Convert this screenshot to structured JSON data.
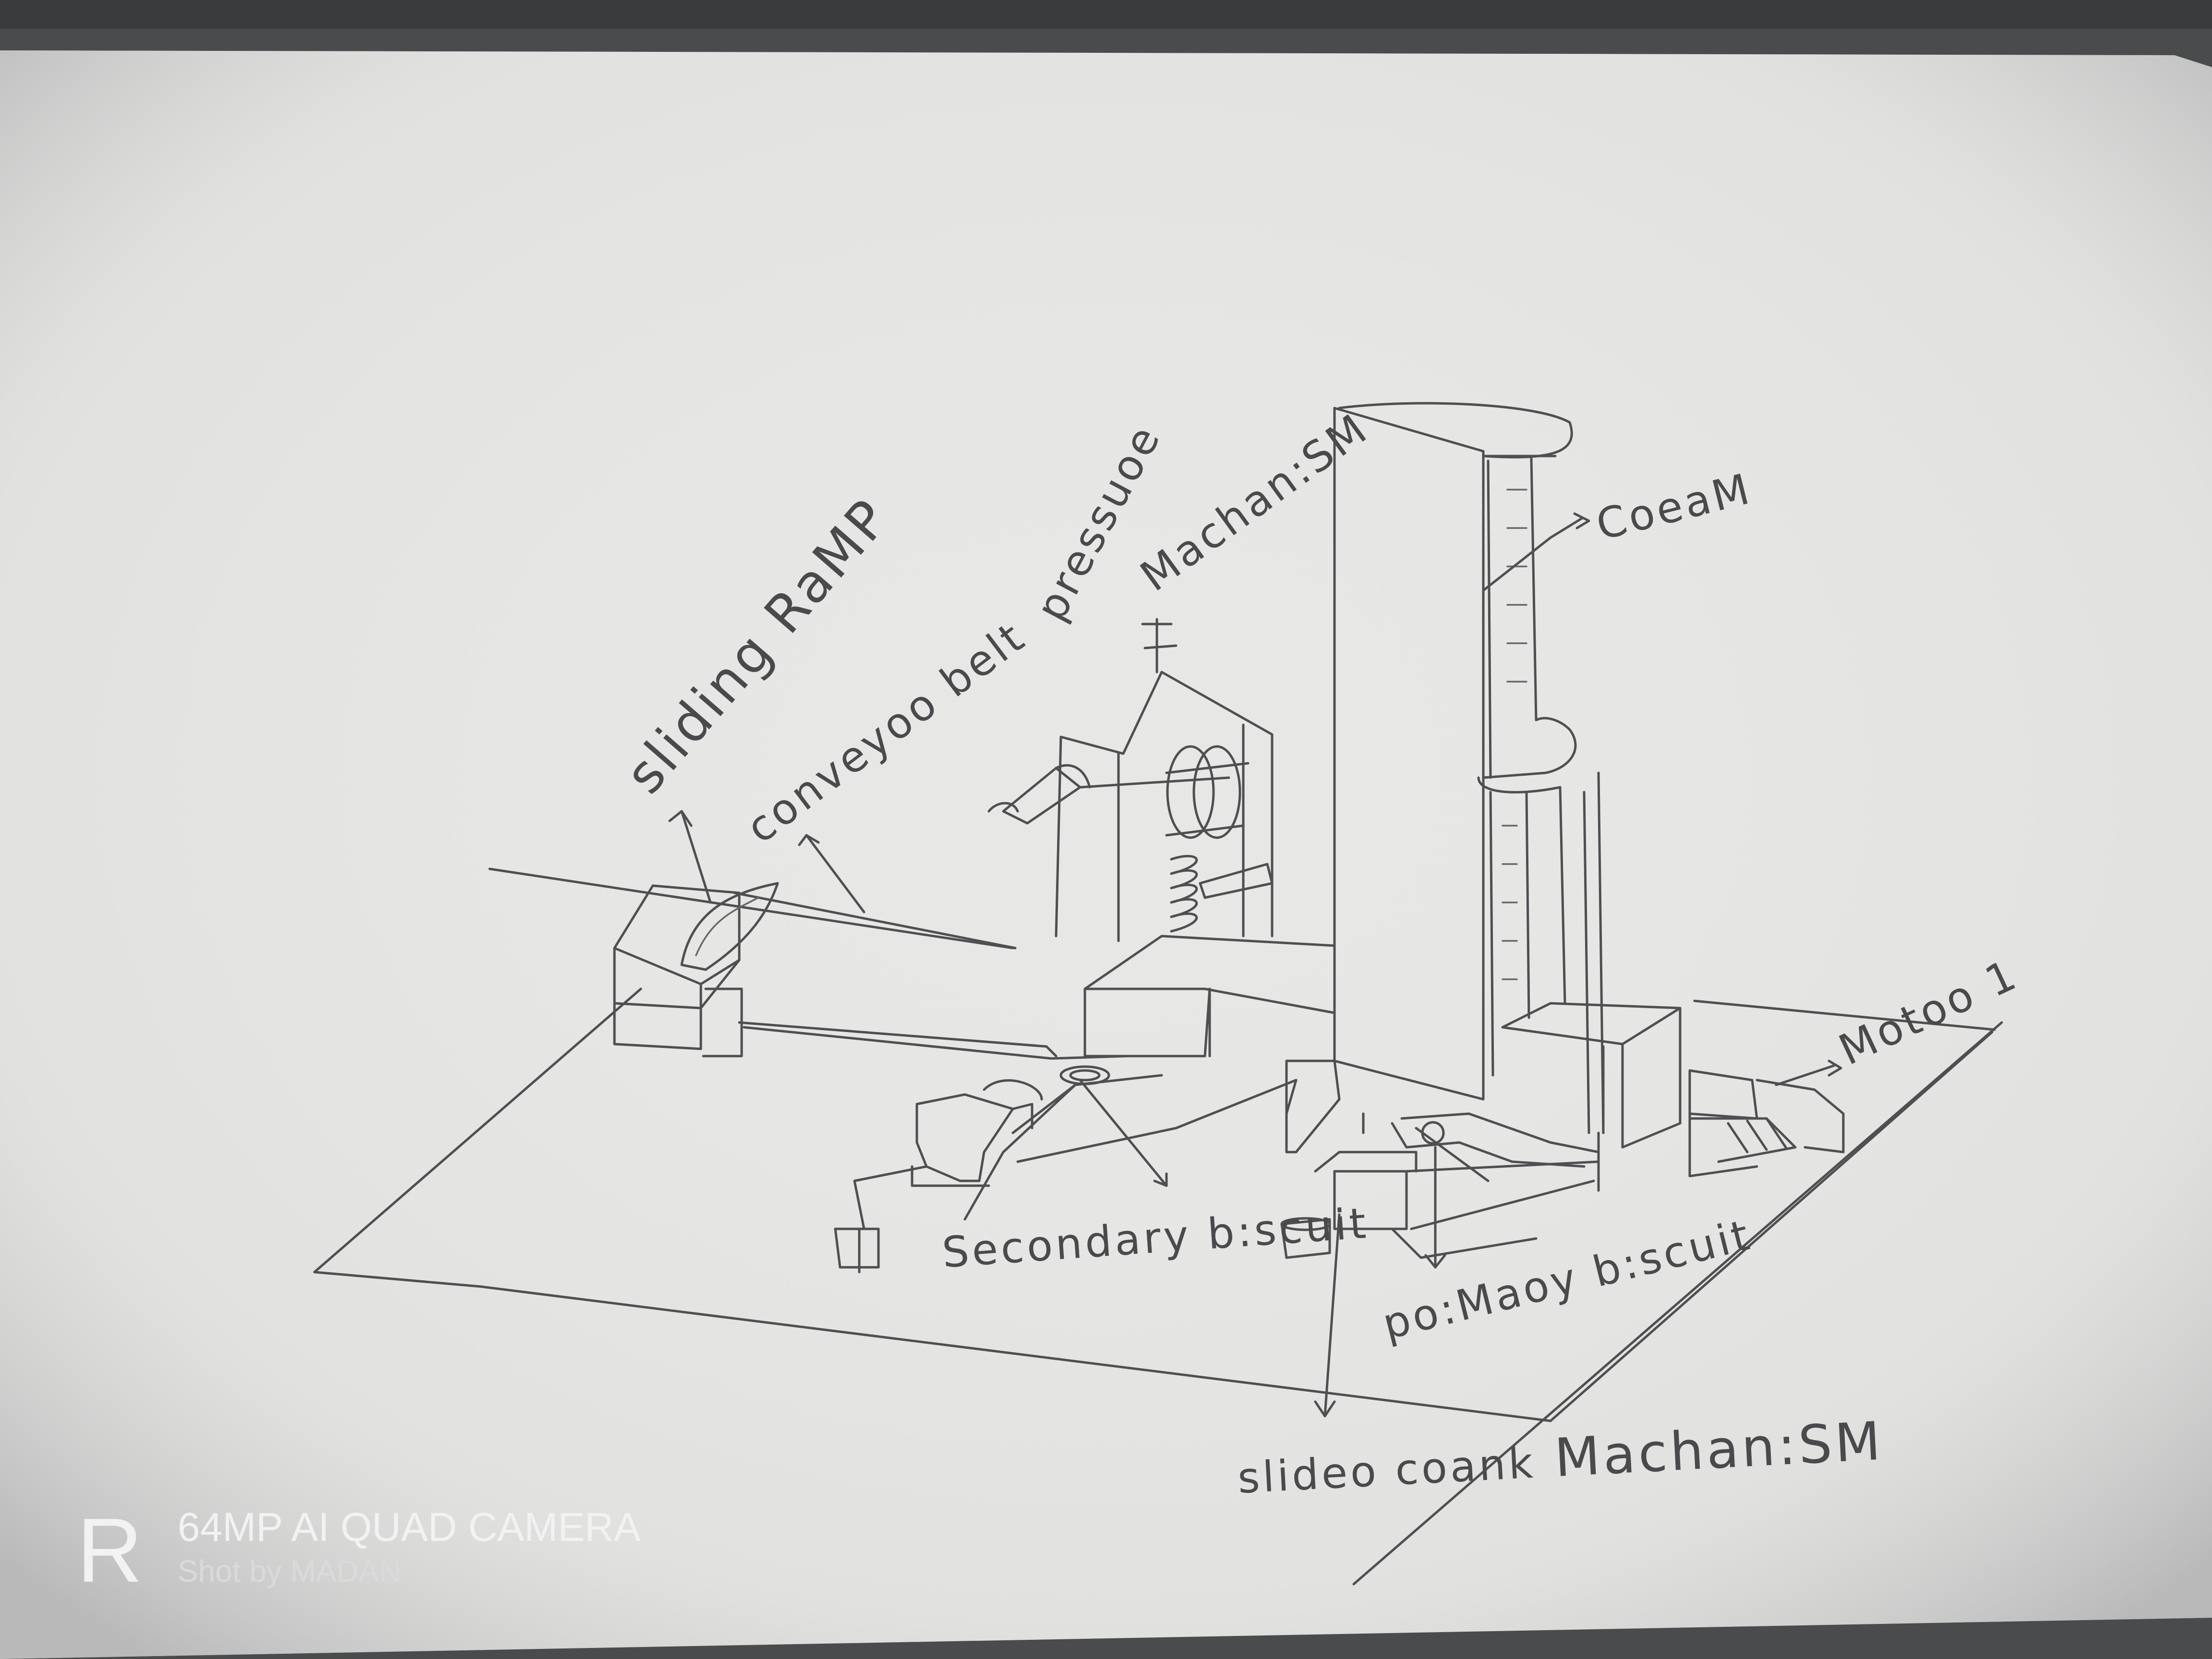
{
  "labels": {
    "sliding_ramp": "sliding RaMP",
    "conveyor_belt": "conveyoo belt",
    "pressure": "pressuoe",
    "mechanism_top": "Machan:SM",
    "cream": "CoeaM",
    "motor": "Motoo 1",
    "secondary_biscuit": "Secondary b:scuit",
    "primary_biscuit": "po:Maoy b:scuit",
    "slider_crank": "slideo coank",
    "mechanism_bottom": "Machan:SM"
  },
  "watermark": {
    "logo": "R",
    "camera": "64MP AI QUAD CAMERA",
    "shot_by": "Shot by MADAN"
  },
  "colors": {
    "paper": "#e7e7e5",
    "background": "#4a4b4d",
    "pencil": "#4f4f52"
  }
}
